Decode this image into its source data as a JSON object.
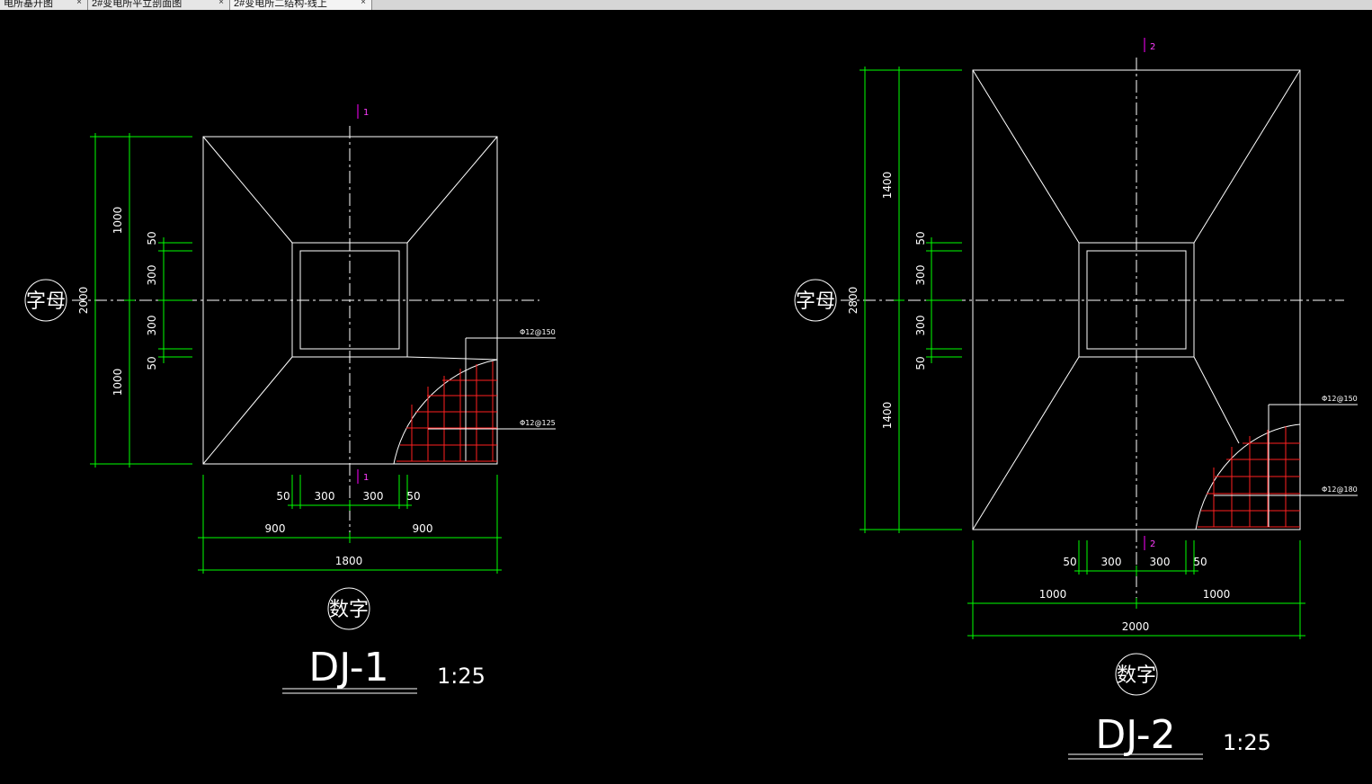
{
  "tabs": [
    {
      "label": "电所基开图",
      "close": "×"
    },
    {
      "label": "2#变电所平立剖面图",
      "close": "×"
    },
    {
      "label": "2#变电所二结构-线上",
      "close": "×",
      "active": true
    }
  ],
  "colors": {
    "background": "#000000",
    "outline": "#ffffff",
    "dimension": "#00ff00",
    "rebar": "#ff0000",
    "section_mark": "#ff00ff"
  },
  "dj1": {
    "section_mark": "1",
    "title": "DJ-1",
    "scale": "1:25",
    "axis_letter": "字母",
    "axis_number": "数字",
    "dims": {
      "total_h": "2000",
      "upper": "1000",
      "lower": "1000",
      "c50a": "50",
      "c300a": "300",
      "c300b": "300",
      "c50b": "50",
      "b50a": "50",
      "b300a": "300",
      "b300b": "300",
      "b50b": "50",
      "half_l": "900",
      "half_r": "900",
      "total_w": "1800"
    },
    "rebar_top": "Φ12@150",
    "rebar_bottom": "Φ12@125"
  },
  "dj2": {
    "section_mark": "2",
    "title": "DJ-2",
    "scale": "1:25",
    "axis_letter": "字母",
    "axis_number": "数字",
    "dims": {
      "total_h": "2800",
      "upper": "1400",
      "lower": "1400",
      "c50a": "50",
      "c300a": "300",
      "c300b": "300",
      "c50b": "50",
      "b50a": "50",
      "b300a": "300",
      "b300b": "300",
      "b50b": "50",
      "half_l": "1000",
      "half_r": "1000",
      "total_w": "2000"
    },
    "rebar_top": "Φ12@150",
    "rebar_bottom": "Φ12@180"
  }
}
